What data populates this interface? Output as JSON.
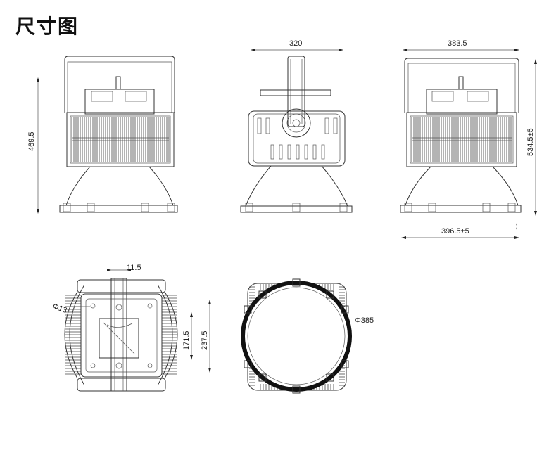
{
  "title": "尺寸图",
  "dimensions": {
    "front_height": "469.5",
    "side_width": "320",
    "back_width": "383.5",
    "back_height": "534.5±5",
    "back_bottom_width": "396.5±5",
    "top_slot": "11.5",
    "top_hole": "Φ13",
    "top_inner": "171.5",
    "top_outer": "237.5",
    "bottom_diameter": "Φ385"
  }
}
